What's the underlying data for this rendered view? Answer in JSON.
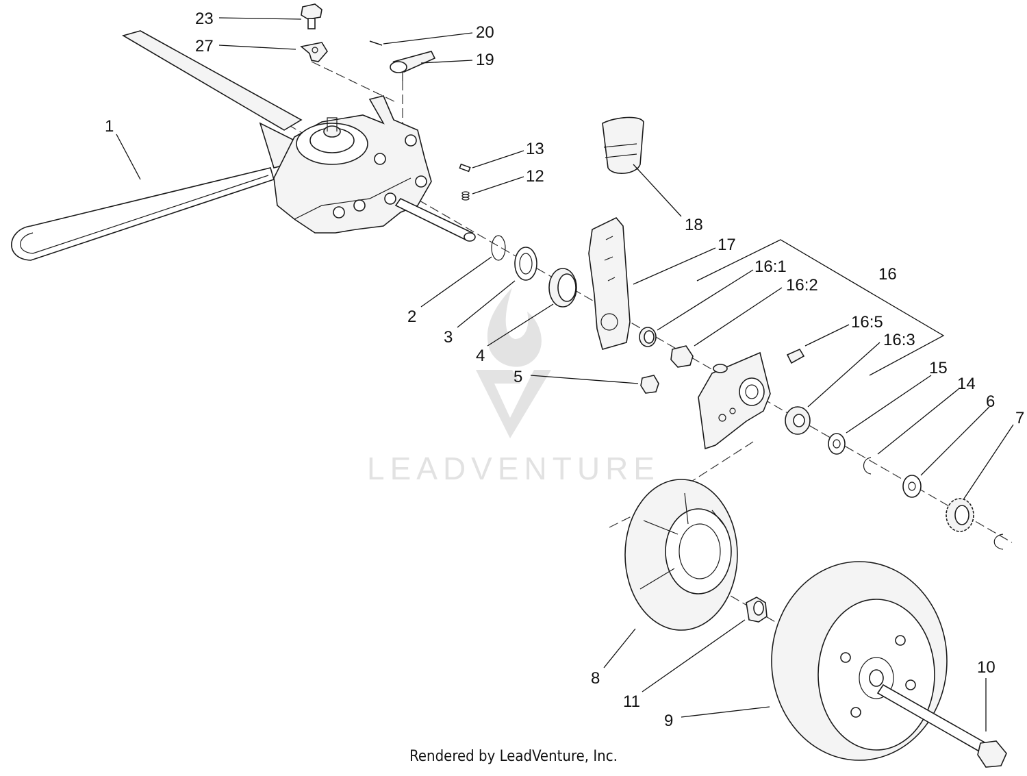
{
  "watermark": {
    "brand": "LEADVENTURE"
  },
  "footer": {
    "text": "Rendered by LeadVenture, Inc."
  },
  "callouts": {
    "c1": "1",
    "c2": "2",
    "c3": "3",
    "c4": "4",
    "c5": "5",
    "c6": "6",
    "c7": "7",
    "c8": "8",
    "c9": "9",
    "c10": "10",
    "c11": "11",
    "c12": "12",
    "c13": "13",
    "c14": "14",
    "c15": "15",
    "c16": "16",
    "c16_1": "16:1",
    "c16_2": "16:2",
    "c16_3": "16:3",
    "c16_5": "16:5",
    "c17": "17",
    "c18": "18",
    "c19": "19",
    "c20": "20",
    "c23": "23",
    "c27": "27"
  }
}
